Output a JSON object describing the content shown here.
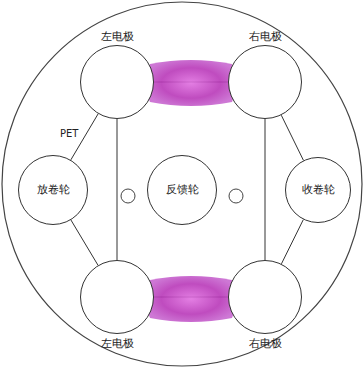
{
  "diagram": {
    "nodes": [
      {
        "text": [
          "左电极"
        ]
      },
      {
        "text": [
          "右电极"
        ]
      },
      {
        "text": [
          "放卷轮"
        ]
      },
      {
        "text": [
          "反馈轮"
        ]
      },
      {
        "text": [
          "收卷轮"
        ]
      },
      {
        "text": [
          "左电极"
        ]
      },
      {
        "text": [
          "右电极"
        ]
      }
    ],
    "edges": [
      {
        "from": 2,
        "to": 0,
        "arrow": "none"
      },
      {
        "from": 0,
        "to": 1,
        "arrow": "none"
      },
      {
        "from": 0,
        "to": 5,
        "arrow": "none"
      },
      {
        "from": 1,
        "to": 6,
        "arrow": "none"
      },
      {
        "from": 1,
        "to": 4,
        "arrow": "none"
      },
      {
        "from": 2,
        "to": 5,
        "arrow": "none"
      },
      {
        "from": 5,
        "to": 6,
        "arrow": "none"
      },
      {
        "from": 6,
        "to": 4,
        "arrow": "none"
      }
    ],
    "labels": [
      "PET"
    ]
  }
}
